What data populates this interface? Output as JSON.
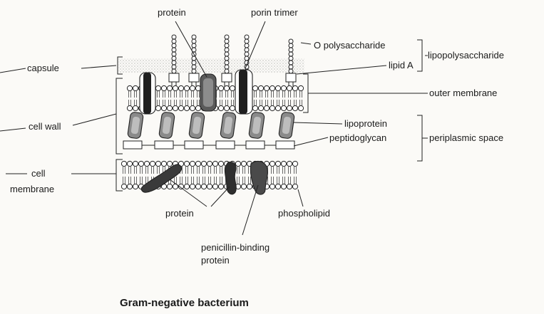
{
  "diagram": {
    "title": "Gram-negative bacterium",
    "labels": {
      "protein_top": "protein",
      "porin_trimer": "porin trimer",
      "o_polysaccharide": "O polysaccharide",
      "lipopolysaccharide": "lipopolysaccharide",
      "lipid_a": "lipid A",
      "capsule": "capsule",
      "outer_membrane": "outer membrane",
      "cell_wall": "cell wall",
      "lipoprotein": "lipoprotein",
      "peptidoglycan": "peptidoglycan",
      "periplasmic_space": "periplasmic space",
      "cell_membrane_line1": "cell",
      "cell_membrane_line2": "membrane",
      "protein_bottom": "protein",
      "phospholipid": "phospholipid",
      "pbp_line1": "penicillin-binding",
      "pbp_line2": "protein"
    }
  }
}
